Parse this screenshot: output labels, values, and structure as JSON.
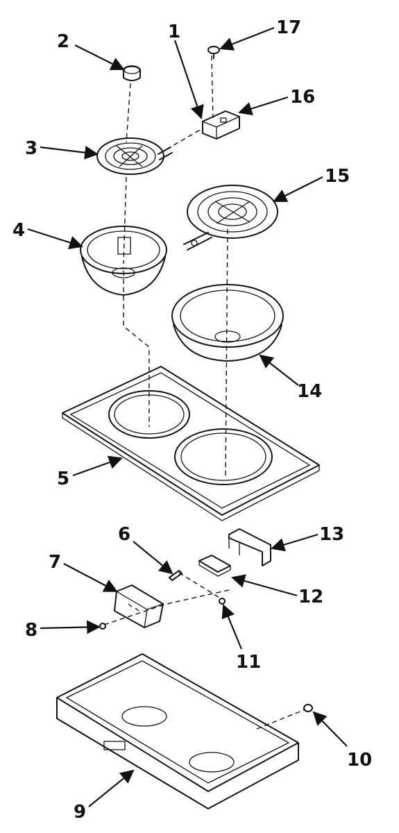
{
  "callouts": [
    {
      "id": "c1",
      "label": "1"
    },
    {
      "id": "c2",
      "label": "2"
    },
    {
      "id": "c3",
      "label": "3"
    },
    {
      "id": "c4",
      "label": "4"
    },
    {
      "id": "c5",
      "label": "5"
    },
    {
      "id": "c6",
      "label": "6"
    },
    {
      "id": "c7",
      "label": "7"
    },
    {
      "id": "c8",
      "label": "8"
    },
    {
      "id": "c9",
      "label": "9"
    },
    {
      "id": "c10",
      "label": "10"
    },
    {
      "id": "c11",
      "label": "11"
    },
    {
      "id": "c12",
      "label": "12"
    },
    {
      "id": "c13",
      "label": "13"
    },
    {
      "id": "c14",
      "label": "14"
    },
    {
      "id": "c15",
      "label": "15"
    },
    {
      "id": "c16",
      "label": "16"
    },
    {
      "id": "c17",
      "label": "17"
    }
  ],
  "colors": {
    "ink": "#111111",
    "background": "#ffffff"
  }
}
